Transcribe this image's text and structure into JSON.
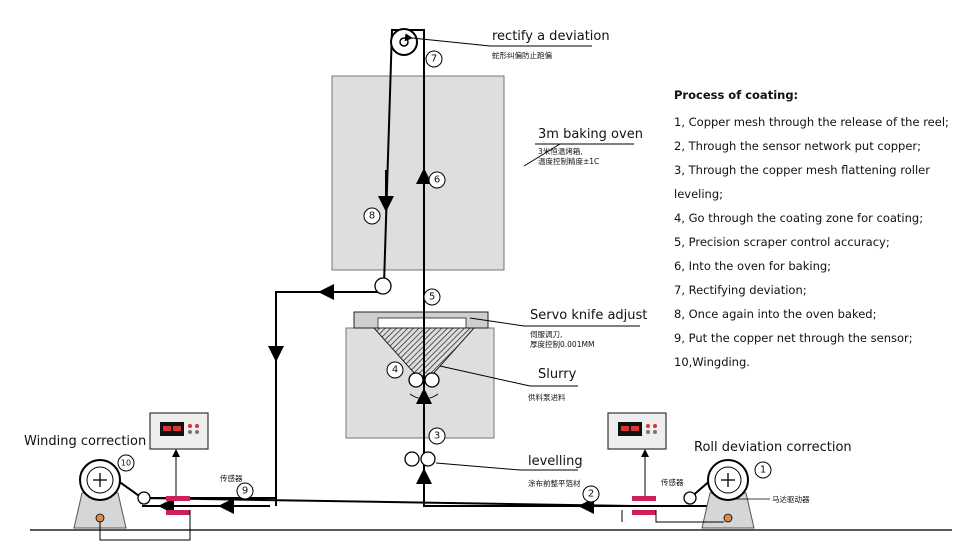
{
  "labels": {
    "rectify": "rectify a deviation",
    "rectify_cn": "蛇形纠偏防止跑偏",
    "oven": "3m baking oven",
    "oven_cn1": "3米恒温烤箱,",
    "oven_cn2": "温度控制精度±1C",
    "servo": "Servo knife adjust",
    "servo_cn1": "伺服调刀,",
    "servo_cn2": "厚度控制0.001MM",
    "slurry": "Slurry",
    "slurry_cn": "供料泵进料",
    "levelling": "levelling",
    "levelling_cn": "涂布前整平箔材",
    "winding": "Winding correction",
    "roll": "Roll deviation correction",
    "sensor_left": "传感器",
    "sensor_right": "传感器",
    "motor": "马达驱动器"
  },
  "markers": [
    "1",
    "2",
    "3",
    "4",
    "5",
    "6",
    "7",
    "8",
    "9",
    "10"
  ],
  "process": {
    "title": "Process of coating:",
    "steps": [
      "1, Copper mesh through the release of the reel;",
      "2, Through the sensor network put copper;",
      "3, Through the copper mesh flattening roller leveling;",
      "4, Go through the coating zone for coating;",
      "5, Precision scraper control accuracy;",
      "6, Into the oven for baking;",
      "7, Rectifying deviation;",
      "8, Once again into the oven baked;",
      "9, Put the copper net through the sensor;",
      "10,Wingding."
    ]
  }
}
